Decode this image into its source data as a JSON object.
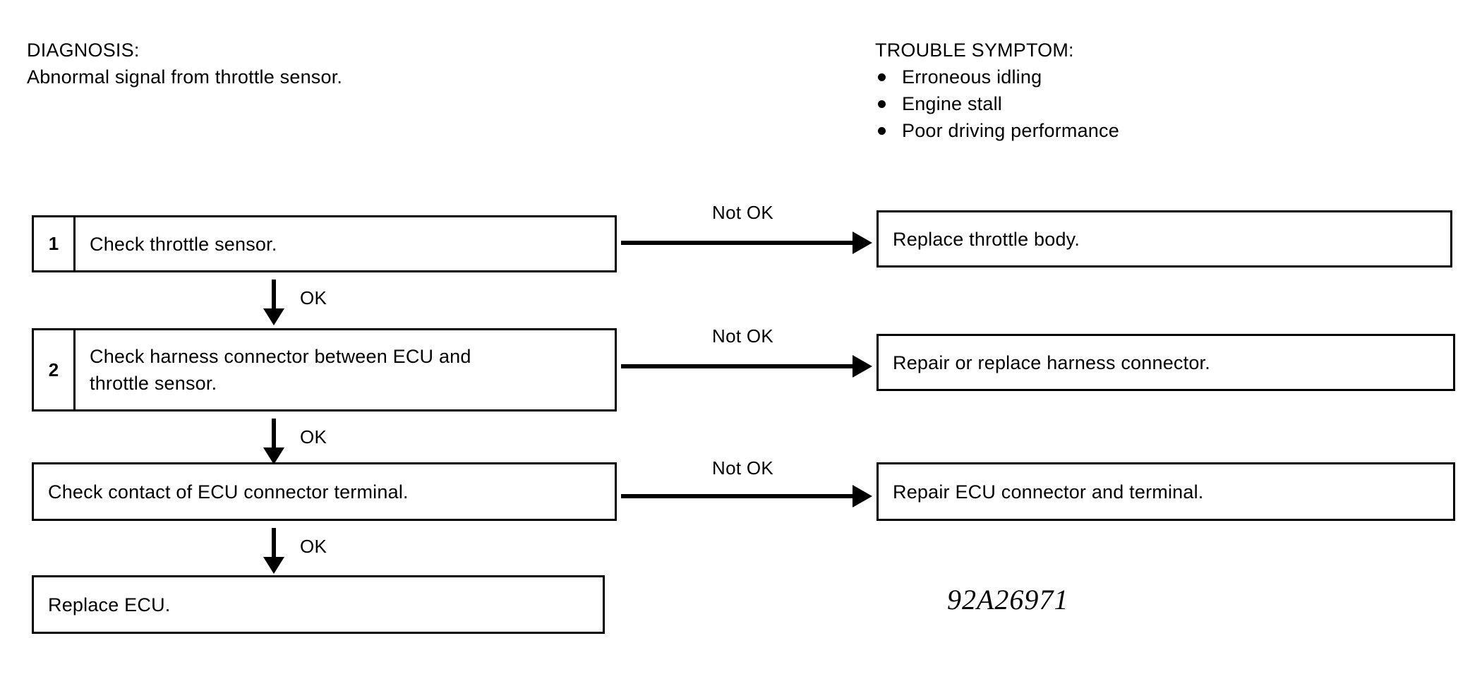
{
  "diagnosis": {
    "title": "DIAGNOSIS:",
    "description": "Abnormal signal from throttle sensor."
  },
  "trouble_symptom": {
    "title": "TROUBLE SYMPTOM:",
    "items": [
      "Erroneous idling",
      "Engine stall",
      "Poor driving performance"
    ]
  },
  "flow": {
    "steps": [
      {
        "number": "1",
        "text": "Check throttle sensor.",
        "branch_label": "Not OK",
        "result": "Replace throttle body.",
        "next_label": "OK"
      },
      {
        "number": "2",
        "text": "Check harness connector between ECU and\nthrottle sensor.",
        "branch_label": "Not OK",
        "result": "Repair or replace harness connector.",
        "next_label": "OK"
      },
      {
        "number": "",
        "text": "Check contact of ECU connector terminal.",
        "branch_label": "Not OK",
        "result": "Repair ECU connector and terminal.",
        "next_label": "OK"
      }
    ],
    "final": {
      "text": "Replace ECU."
    }
  },
  "reference_code": "92A26971",
  "colors": {
    "ink": "#000000",
    "paper": "#ffffff"
  }
}
